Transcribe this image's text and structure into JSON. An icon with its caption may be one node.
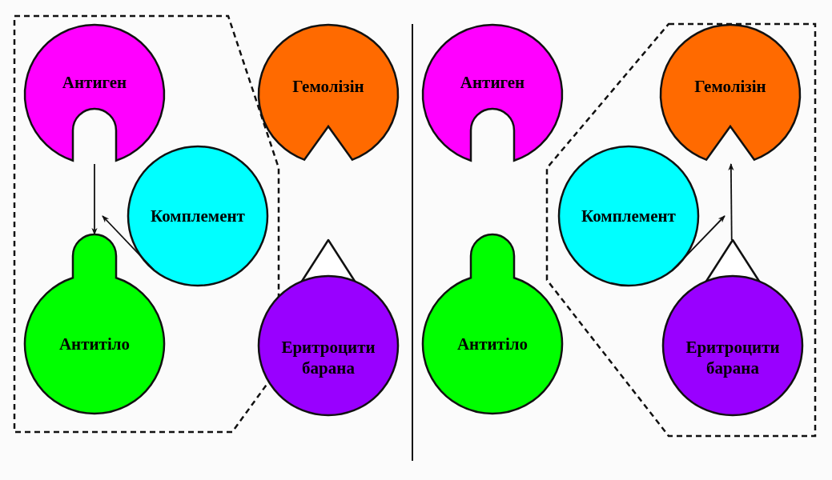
{
  "diagram": {
    "nodes": [
      {
        "text": [],
        "shape": "box"
      },
      {
        "text": [
          "Антиген"
        ],
        "in": 0
      },
      {
        "text": [
          "Комплемент"
        ],
        "in": 0
      },
      {
        "text": [
          "Антитіло"
        ],
        "in": 0
      },
      {
        "text": [
          "Гемолізін"
        ]
      },
      {
        "text": [
          "Еритроцити барана"
        ]
      },
      {
        "text": [],
        "shape": "box"
      },
      {
        "text": [
          "Антиген"
        ]
      },
      {
        "text": [
          "Антитіло"
        ]
      },
      {
        "text": [
          "Гемолізін"
        ],
        "in": 6
      },
      {
        "text": [
          "Комплемент"
        ],
        "in": 6
      },
      {
        "text": [
          "Еритроцити барана"
        ],
        "in": 6
      }
    ],
    "edges": [
      {
        "from": 1,
        "to": 3,
        "arrow": "to"
      },
      {
        "from": 2,
        "to": 3,
        "arrow": "to"
      },
      {
        "from": 10,
        "to": 11,
        "arrow": "to"
      },
      {
        "from": 11,
        "to": 9,
        "arrow": "to"
      }
    ]
  }
}
